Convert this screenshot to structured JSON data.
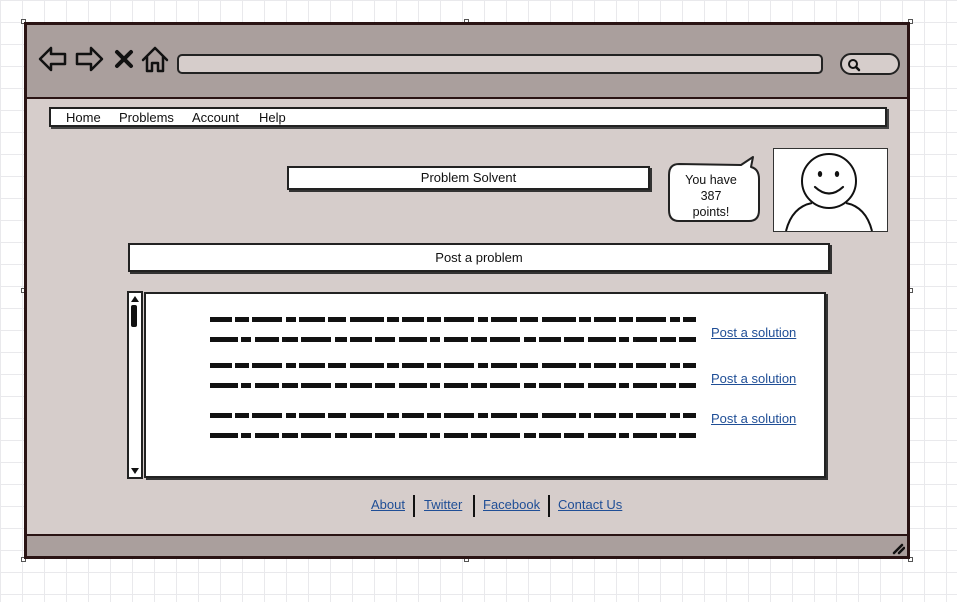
{
  "browser": {
    "url": "",
    "icons": [
      "back-arrow-icon",
      "forward-arrow-icon",
      "close-x-icon",
      "home-icon",
      "search-icon",
      "resize-grip-icon"
    ]
  },
  "menu": {
    "items": [
      {
        "label": "Home"
      },
      {
        "label": "Problems"
      },
      {
        "label": "Account"
      },
      {
        "label": "Help"
      }
    ]
  },
  "header": {
    "title": "Problem Solvent",
    "points_bubble": {
      "line1": "You have",
      "line2": "387",
      "line3": "points!"
    }
  },
  "actions": {
    "post_problem": "Post a problem"
  },
  "problems": [
    {
      "solution_link": "Post a solution"
    },
    {
      "solution_link": "Post a solution"
    },
    {
      "solution_link": "Post a solution"
    }
  ],
  "footer": {
    "links": [
      {
        "label": "About"
      },
      {
        "label": "Twitter"
      },
      {
        "label": "Facebook"
      },
      {
        "label": "Contact Us"
      }
    ]
  },
  "colors": {
    "window_bg": "#d6cdcb",
    "chrome_bg": "#aa9f9d",
    "border": "#2a1414",
    "link": "#1f4e96"
  }
}
